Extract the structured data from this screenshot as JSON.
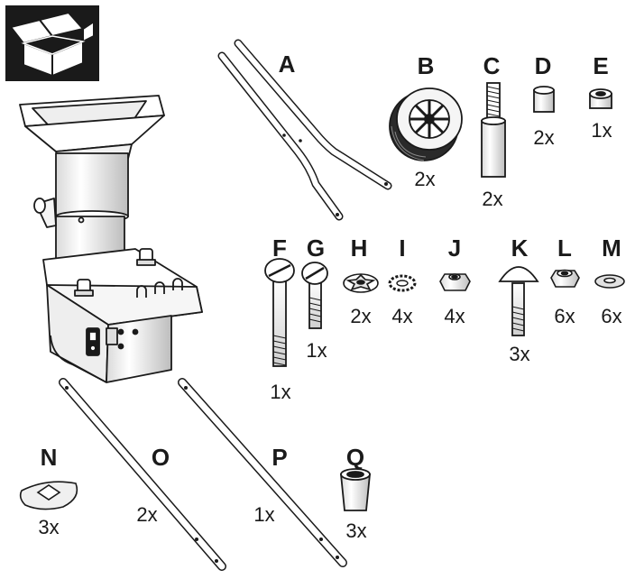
{
  "parts": [
    {
      "letter": "A",
      "qty": ""
    },
    {
      "letter": "B",
      "qty": "2x"
    },
    {
      "letter": "C",
      "qty": "2x"
    },
    {
      "letter": "D",
      "qty": "2x"
    },
    {
      "letter": "E",
      "qty": "1x"
    },
    {
      "letter": "F",
      "qty": "1x"
    },
    {
      "letter": "G",
      "qty": "1x"
    },
    {
      "letter": "H",
      "qty": "2x"
    },
    {
      "letter": "I",
      "qty": "4x"
    },
    {
      "letter": "J",
      "qty": "4x"
    },
    {
      "letter": "K",
      "qty": "3x"
    },
    {
      "letter": "L",
      "qty": "6x"
    },
    {
      "letter": "M",
      "qty": "6x"
    },
    {
      "letter": "N",
      "qty": "3x"
    },
    {
      "letter": "O",
      "qty": "2x"
    },
    {
      "letter": "P",
      "qty": "1x"
    },
    {
      "letter": "Q",
      "qty": "3x"
    }
  ],
  "icons": {
    "box": "open-box-icon",
    "machine": "garden-shredder-illustration"
  },
  "colors": {
    "line": "#1a1a1a",
    "box_bg": "#1a1a1a",
    "shade": "#c8c8c8"
  }
}
